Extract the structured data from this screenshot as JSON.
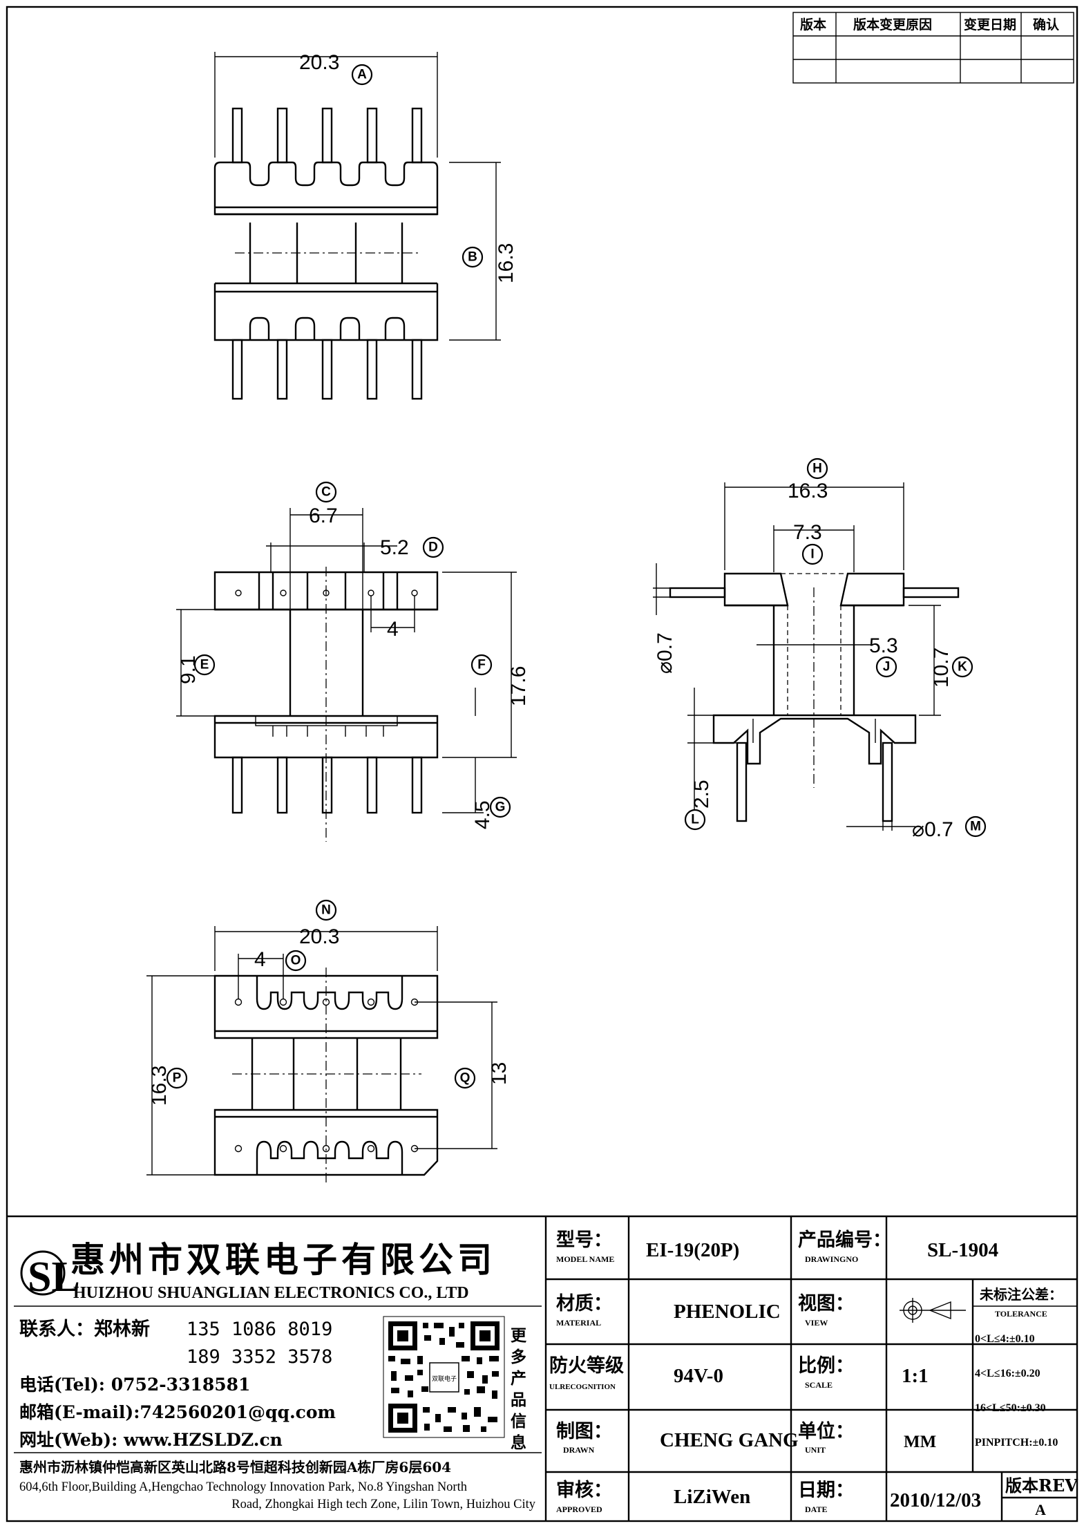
{
  "revision_table": {
    "headers": [
      "版本",
      "版本变更原因",
      "变更日期",
      "确认"
    ]
  },
  "dimensions": {
    "A": "20.3",
    "B": "16.3",
    "C": "6.7",
    "D": "5.2",
    "E": "9.1",
    "F": "17.6",
    "G": "4.5",
    "H": "16.3",
    "I": "7.3",
    "J": "5.3",
    "K": "10.7",
    "L": "2.5",
    "M": "⌀0.7",
    "N": "20.3",
    "O": "4",
    "P": "16.3",
    "Q": "13",
    "pin_pitch": "4",
    "pin_dia_left": "⌀0.7"
  },
  "company": {
    "logo_letters": "SL",
    "name_cn": "惠州市双联电子有限公司",
    "name_en": "HUIZHOU SHUANGLIAN ELECTRONICS CO., LTD",
    "contact_label": "联系人：郑林新",
    "phone1": "135 1086 8019",
    "phone2": "189 3352 3578",
    "tel": "电话(Tel): 0752-3318581",
    "email": "邮箱(E-mail):742560201@qq.com",
    "web": "网址(Web): www.HZSLDZ.cn",
    "address_cn": "惠州市沥林镇仲恺高新区英山北路8号恒超科技创新园A栋厂房6层604",
    "address_en_1": "604,6th Floor,Building A,Hengchao Technology Innovation Park, No.8 Yingshan North",
    "address_en_2": "Road, Zhongkai High tech Zone, Lilin Town, Huizhou City",
    "qr_caption": "更多产品信息",
    "qr_center": "双联电子"
  },
  "title_block": {
    "model_label_cn": "型号：",
    "model_label_en": "MODEL NAME",
    "model_value": "EI-19(20P)",
    "drawingno_label_cn": "产品编号：",
    "drawingno_label_en": "DRAWINGNO",
    "drawingno_value": "SL-1904",
    "material_label_cn": "材质：",
    "material_label_en": "MATERIAL",
    "material_value": "PHENOLIC",
    "view_label_cn": "视图：",
    "view_label_en": "VIEW",
    "tolerance_label_cn": "未标注公差：",
    "tolerance_label_en": "TOLERANCE",
    "tolerance_lines": [
      "0<L≤4:±0.10",
      "4<L≤16:±0.20",
      "16<L≤50:±0.30",
      "PINPITCH:±0.10"
    ],
    "ul_label_cn": "防火等级",
    "ul_label_en": "ULRECOGNITION",
    "ul_value": "94V-0",
    "scale_label_cn": "比例：",
    "scale_label_en": "SCALE",
    "scale_value": "1:1",
    "drawn_label_cn": "制图：",
    "drawn_label_en": "DRAWN",
    "drawn_value": "CHENG GANG",
    "unit_label_cn": "单位：",
    "unit_label_en": "UNIT",
    "unit_value": "MM",
    "approved_label_cn": "审核：",
    "approved_label_en": "APPROVED",
    "approved_value": "LiZiWen",
    "date_label_cn": "日期：",
    "date_label_en": "DATE",
    "date_value": "2010/12/03",
    "rev_label": "版本REV",
    "rev_value": "A"
  }
}
